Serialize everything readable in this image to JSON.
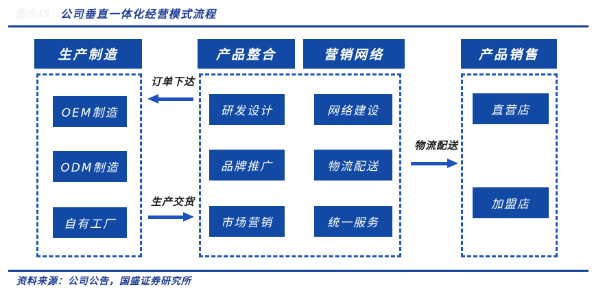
{
  "title": {
    "figure_label": "图表45：",
    "text": "公司垂直一体化经营模式流程"
  },
  "colors": {
    "primary_blue": "#1149A4",
    "dash_blue": "#1C53BE",
    "rule_blue": "#0F3D98",
    "title_blue": "#1E3C96",
    "label_ink": "#1A1A1A",
    "faint_label": "#F4F4F4"
  },
  "columns": [
    {
      "header": "生产制造",
      "items": [
        "OEM制造",
        "ODM制造",
        "自有工厂"
      ]
    },
    {
      "header": "产品整合",
      "items": [
        "研发设计",
        "品牌推广",
        "市场营销"
      ]
    },
    {
      "header": "营销网络",
      "items": [
        "网络建设",
        "物流配送",
        "统一服务"
      ]
    },
    {
      "header": "产品销售",
      "items": [
        "直营店",
        "加盟店"
      ]
    }
  ],
  "arrows": [
    {
      "label": "订单下达",
      "direction": "left"
    },
    {
      "label": "生产交货",
      "direction": "right"
    },
    {
      "label": "物流配送",
      "direction": "right"
    }
  ],
  "source": {
    "text": "资料来源：公司公告，国盛证券研究所"
  }
}
